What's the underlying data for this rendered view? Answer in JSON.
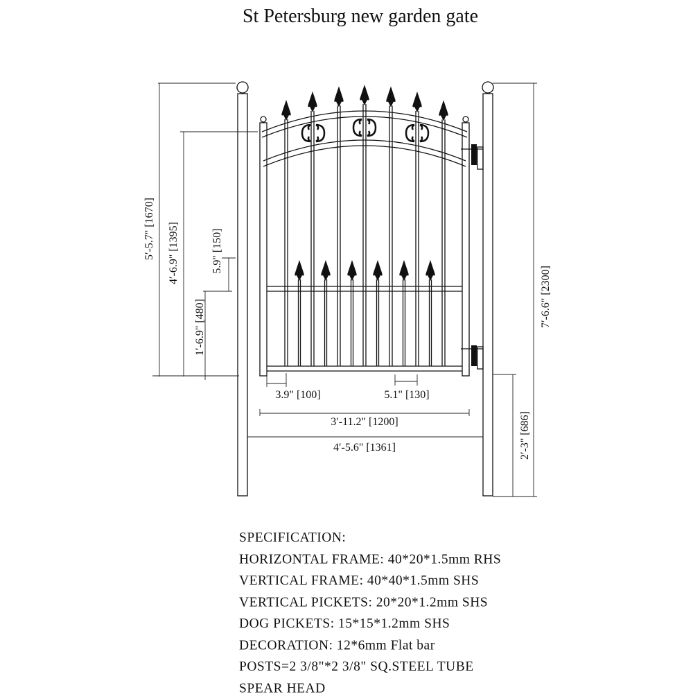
{
  "title": "St Petersburg new garden gate",
  "dimensions": {
    "overall_post_height": "5′-5.7\" [1670]",
    "gate_height": "4′-6.9\" [1395]",
    "dog_picket_spacing_height": "5.9\" [150]",
    "mid_rail_height": "1′-6.9\" [480]",
    "stile_gap": "3.9\" [100]",
    "picket_spacing": "5.1\" [130]",
    "gate_width": "3′-11.2\" [1200]",
    "post_to_post_width": "4′-5.6\" [1361]",
    "total_post_length": "7′-6.6\" [2300]",
    "post_in_ground": "2′-3\" [686]"
  },
  "specification": {
    "heading": "SPECIFICATION:",
    "lines": [
      "HORIZONTAL FRAME: 40*20*1.5mm RHS",
      "VERTICAL FRAME: 40*40*1.5mm SHS",
      "VERTICAL PICKETS: 20*20*1.2mm SHS",
      "DOG PICKETS: 15*15*1.2mm SHS",
      "DECORATION: 12*6mm Flat bar",
      "POSTS=2 3/8\"*2 3/8\" SQ.STEEL TUBE",
      "SPEAR HEAD"
    ]
  }
}
